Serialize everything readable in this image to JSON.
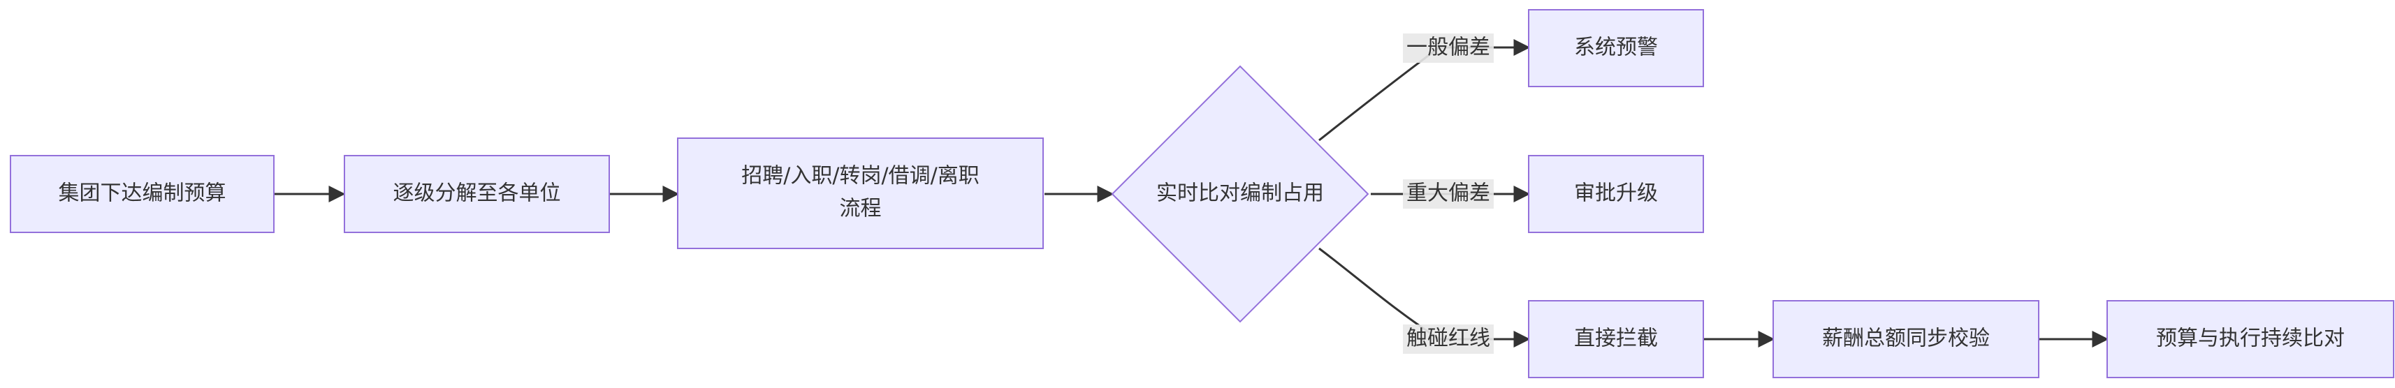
{
  "nodes": {
    "n1": "集团下达编制预算",
    "n2": "逐级分解至各单位",
    "n3_line1": "招聘/入职/转岗/借调/离职",
    "n3_line2": "流程",
    "n4": "实时比对编制占用",
    "n5": "系统预警",
    "n6": "审批升级",
    "n7": "直接拦截",
    "n8": "薪酬总额同步校验",
    "n9": "预算与执行持续比对"
  },
  "edge_labels": {
    "e_general": "一般偏差",
    "e_major": "重大偏差",
    "e_redline": "触碰红线"
  },
  "colors": {
    "node_fill": "#ececff",
    "node_stroke": "#9370db",
    "edge": "#333333",
    "label_bg": "#e8e8e8"
  }
}
